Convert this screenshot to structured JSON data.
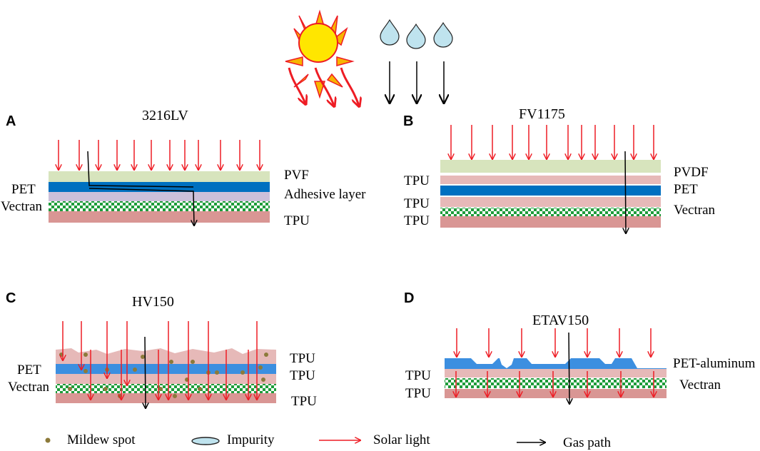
{
  "colors": {
    "solar": "#ee1c24",
    "sun_fill": "#ffe600",
    "sun_ray": "#f7b500",
    "drop_fill": "#bfe3ee",
    "pvf": "#d7e4bd",
    "pet_blue": "#0070c0",
    "pet_alu": "#3c8fe0",
    "adhesive": "#ccc0da",
    "tpu_pink": "#e6b9b8",
    "tpu_dark": "#d99694",
    "vectran_green": "#1e9c3a",
    "mildew": "#8c7a3a"
  },
  "panels": {
    "a": {
      "letter": "A",
      "title": "3216LV",
      "labels": {
        "pvf": "PVF",
        "pet": "PET",
        "adhesive": "Adhesive layer",
        "vectran": "Vectran",
        "tpu": "TPU"
      }
    },
    "b": {
      "letter": "B",
      "title": "FV1175",
      "labels": {
        "pvdf": "PVDF",
        "tpu1": "TPU",
        "pet": "PET",
        "tpu2": "TPU",
        "vectran": "Vectran",
        "tpu3": "TPU"
      }
    },
    "c": {
      "letter": "C",
      "title": "HV150",
      "labels": {
        "tpu1": "TPU",
        "pet": "PET",
        "tpu2": "TPU",
        "vectran": "Vectran",
        "tpu3": "TPU"
      }
    },
    "d": {
      "letter": "D",
      "title": "ETAV150",
      "labels": {
        "pet_alu": "PET-aluminum",
        "tpu1": "TPU",
        "vectran": "Vectran",
        "tpu2": "TPU"
      }
    }
  },
  "legend": {
    "mildew": "Mildew spot",
    "impurity": "Impurity",
    "solar": "Solar light",
    "gas": "Gas path"
  }
}
